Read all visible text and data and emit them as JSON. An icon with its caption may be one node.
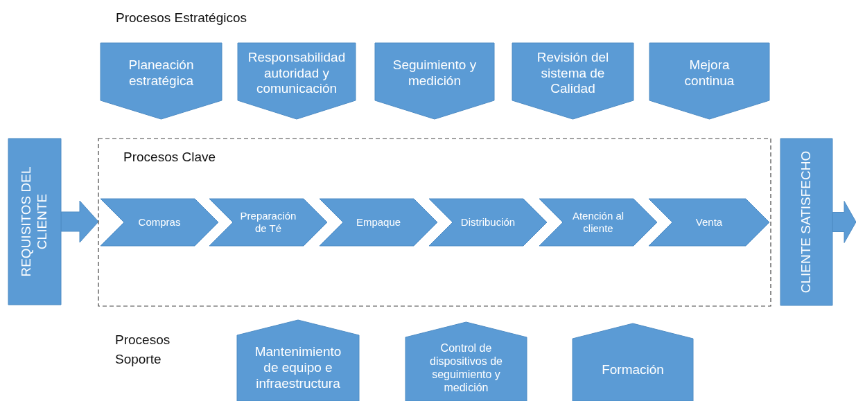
{
  "diagram": {
    "nodes": [
      {
        "text": [
          "Planeación estratégica"
        ]
      },
      {
        "text": [
          "Responsabilidad autoridad y comunicación"
        ]
      },
      {
        "text": [
          "Seguimiento y medición"
        ]
      },
      {
        "text": [
          "Revisión del sistema de Calidad"
        ]
      },
      {
        "text": [
          "Mejora continua"
        ]
      },
      {
        "text": [
          "Procesos Clave"
        ]
      },
      {
        "text": [
          "Compras"
        ],
        "in": 5
      },
      {
        "text": [
          "Preparación de Té"
        ],
        "in": 5
      },
      {
        "text": [
          "Empaque"
        ],
        "in": 5
      },
      {
        "text": [
          "Distribución"
        ],
        "in": 5
      },
      {
        "text": [
          "Atención al cliente"
        ],
        "in": 5
      },
      {
        "text": [
          "Venta"
        ],
        "in": 5
      },
      {
        "text": [
          "REQUISITOS DEL CLIENTE"
        ]
      },
      {
        "text": [
          "CLIENTE SATISFECHO"
        ]
      },
      {
        "text": [
          "Mantenimiento de equipo e infraestructura"
        ]
      },
      {
        "text": [
          "Control de dispositivos de seguimiento y medición"
        ]
      },
      {
        "text": [
          "Formación"
        ]
      }
    ],
    "edges": [
      {
        "from": 12,
        "to": 5,
        "arrow": "to"
      },
      {
        "from": 13,
        "to": null,
        "arrow": "to"
      }
    ],
    "labels": [
      "Procesos Estratégicos",
      "Procesos Soporte"
    ]
  }
}
